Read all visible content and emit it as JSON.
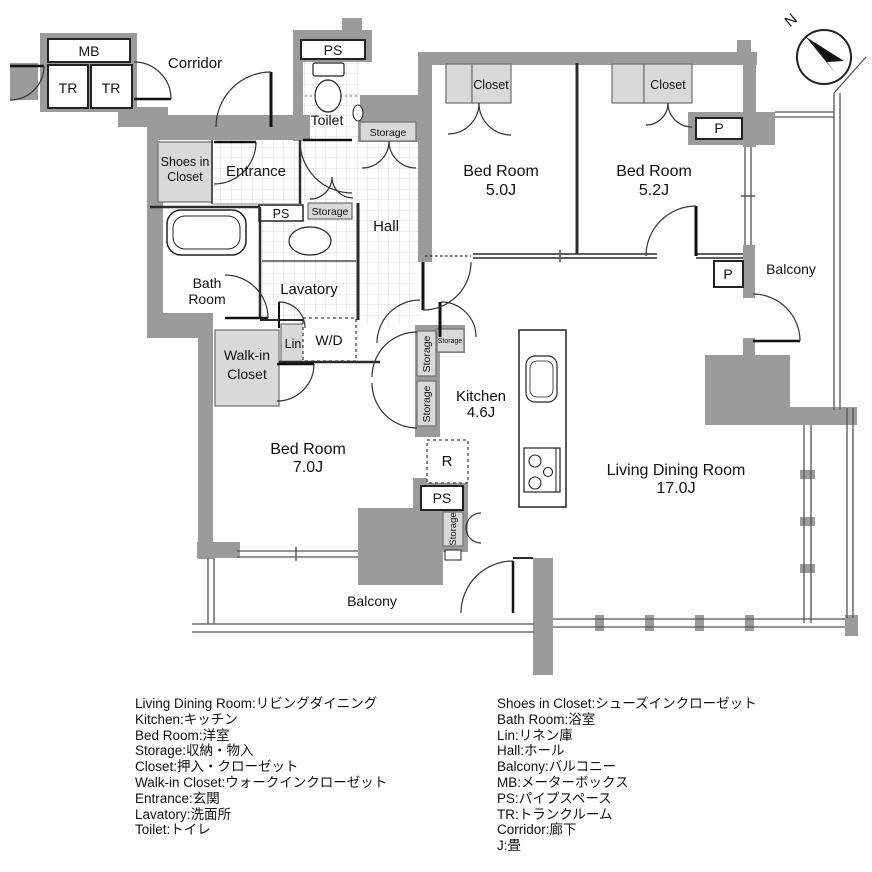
{
  "plan": {
    "compass": "N",
    "corridor": "Corridor",
    "mb": "MB",
    "tr1": "TR",
    "tr2": "TR",
    "ps_toilet": "PS",
    "toilet": "Toilet",
    "storage_hall_top": "Storage",
    "shoes_line1": "Shoes in",
    "shoes_line2": "Closet",
    "entrance": "Entrance",
    "ps_lavatory": "PS",
    "storage_lavatory": "Storage",
    "hall": "Hall",
    "bath_line1": "Bath",
    "bath_line2": "Room",
    "lavatory": "Lavatory",
    "lin": "Lin",
    "wd": "W/D",
    "walkin_line1": "Walk-in",
    "walkin_line2": "Closet",
    "bed7_name": "Bed Room",
    "bed7_size": "7.0J",
    "bed5_name": "Bed Room",
    "bed5_size": "5.0J",
    "bed52_name": "Bed Room",
    "bed52_size": "5.2J",
    "closet1": "Closet",
    "closet2": "Closet",
    "p1": "P",
    "p2": "P",
    "balcony_right": "Balcony",
    "balcony_bottom": "Balcony",
    "kitchen_name": "Kitchen",
    "kitchen_size": "4.6J",
    "ldk_name": "Living Dining Room",
    "ldk_size": "17.0J",
    "fridge": "R",
    "ps_kitchen": "PS",
    "storage_hall_v1": "Storage",
    "storage_hall_v2": "Storage",
    "storage_kitchen_small": "Storage",
    "storage_kitchen_v": "Storage"
  },
  "legend": {
    "left": [
      "Living Dining Room:リビングダイニング",
      "Kitchen:キッチン",
      "Bed Room:洋室",
      "Storage:収納・物入",
      "Closet:押入・クローゼット",
      "Walk-in Closet:ウォークインクローゼット",
      "Entrance:玄関",
      "Lavatory:洗面所",
      "Toilet:トイレ"
    ],
    "right": [
      "Shoes in Closet:シューズインクローゼット",
      "Bath Room:浴室",
      "Lin:リネン庫",
      "Hall:ホール",
      "Balcony:バルコニー",
      "MB:メーターボックス",
      "PS:パイプスペース",
      "TR:トランクルーム",
      "Corridor:廊下",
      "J:畳"
    ]
  },
  "colors": {
    "wall": "#9b9b9b",
    "closet_fill": "#d9d9d9",
    "grid_line": "#d8dbdd"
  }
}
